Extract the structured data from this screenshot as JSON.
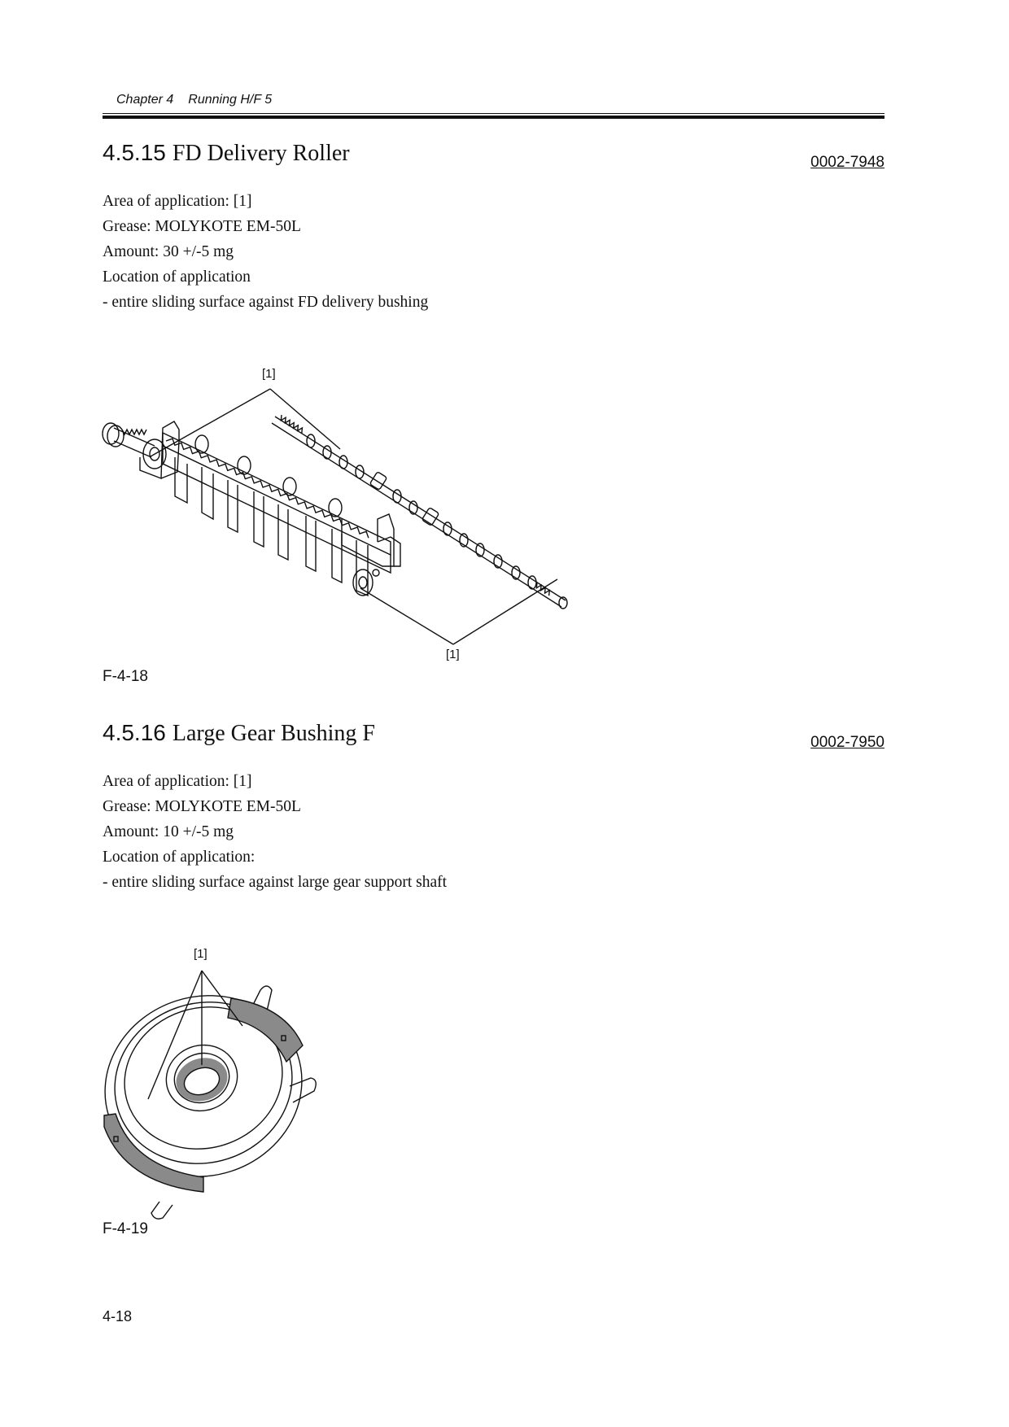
{
  "header": {
    "chapter": "Chapter 4",
    "title": "Running H/F 5"
  },
  "sections": [
    {
      "number": "4.5.15",
      "title": "FD Delivery Roller",
      "code": "0002-7948",
      "lines": [
        "Area of application: [1]",
        "Grease: MOLYKOTE EM-50L",
        "Amount: 30 +/-5 mg",
        "Location of application",
        "- entire sliding surface against FD delivery bushing"
      ],
      "callouts": [
        "[1]",
        "[1]"
      ],
      "figure": "F-4-18"
    },
    {
      "number": "4.5.16",
      "title": "Large Gear Bushing F",
      "code": "0002-7950",
      "lines": [
        "Area of application: [1]",
        "Grease: MOLYKOTE EM-50L",
        "Amount: 10 +/-5 mg",
        "Location of application:",
        "- entire sliding surface against large gear support shaft"
      ],
      "callouts": [
        "[1]"
      ],
      "figure": "F-4-19"
    }
  ],
  "footer": {
    "page_number": "4-18"
  }
}
